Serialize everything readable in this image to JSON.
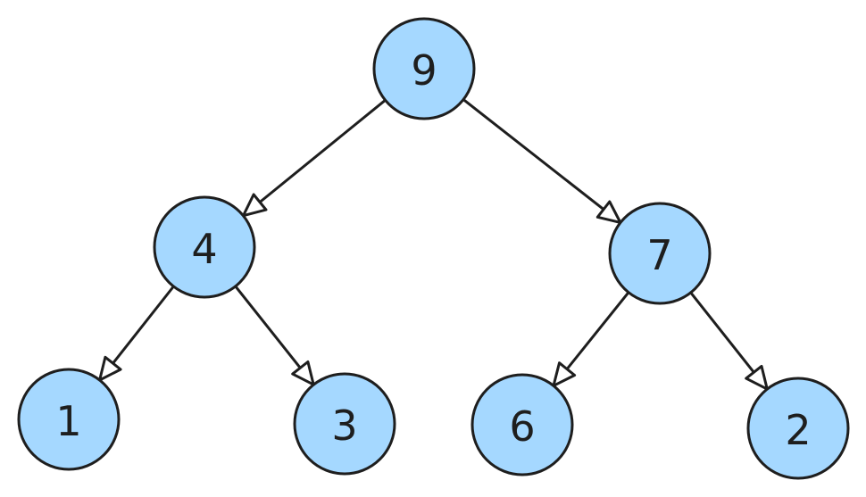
{
  "colors": {
    "node_fill": "#a5d8ff",
    "stroke": "#1e1e1e",
    "arrowhead_fill": "#ffffff",
    "background": "#ffffff"
  },
  "tree": {
    "nodes": [
      {
        "id": "n9",
        "label": "9"
      },
      {
        "id": "n4",
        "label": "4"
      },
      {
        "id": "n7",
        "label": "7"
      },
      {
        "id": "n1",
        "label": "1"
      },
      {
        "id": "n3",
        "label": "3"
      },
      {
        "id": "n6",
        "label": "6"
      },
      {
        "id": "n2",
        "label": "2"
      }
    ],
    "edges": [
      {
        "from": "n9",
        "to": "n4"
      },
      {
        "from": "n9",
        "to": "n7"
      },
      {
        "from": "n4",
        "to": "n1"
      },
      {
        "from": "n4",
        "to": "n3"
      },
      {
        "from": "n7",
        "to": "n6"
      },
      {
        "from": "n7",
        "to": "n2"
      }
    ]
  }
}
